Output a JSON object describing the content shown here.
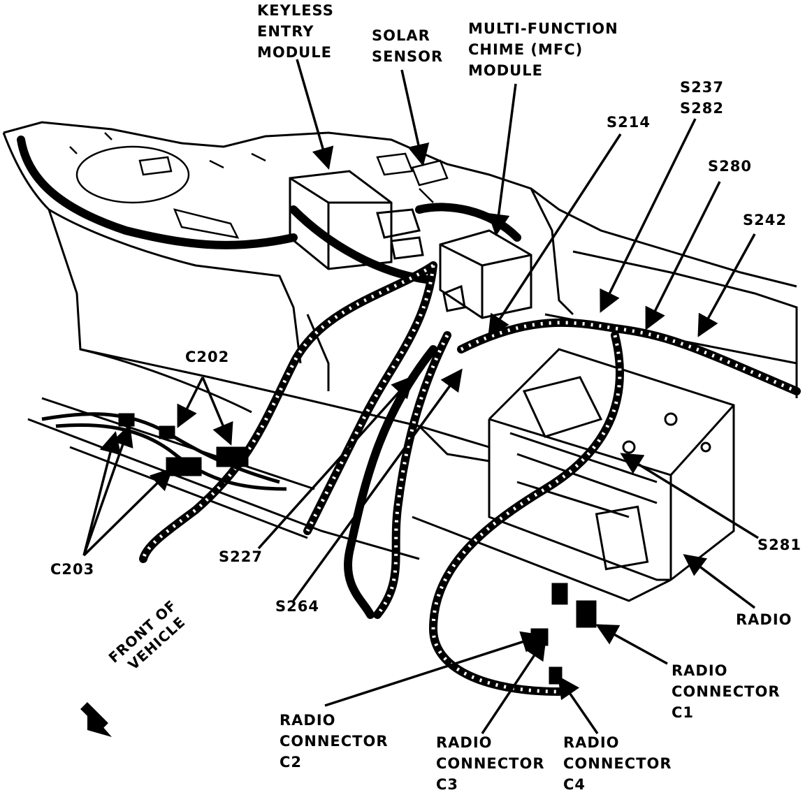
{
  "labels": {
    "keyless": [
      "KEYLESS",
      "ENTRY",
      "MODULE"
    ],
    "solar": [
      "SOLAR",
      "SENSOR"
    ],
    "mfc": [
      "MULTI-FUNCTION",
      "CHIME (MFC)",
      "MODULE"
    ],
    "s237": "S237",
    "s282": "S282",
    "s214": "S214",
    "s280": "S280",
    "s242": "S242",
    "c202": "C202",
    "c203": "C203",
    "s227": "S227",
    "s264": "S264",
    "s281": "S281",
    "radio": "RADIO",
    "c1": [
      "RADIO",
      "CONNECTOR",
      "C1"
    ],
    "c2": [
      "RADIO",
      "CONNECTOR",
      "C2"
    ],
    "c3": [
      "RADIO",
      "CONNECTOR",
      "C3"
    ],
    "c4": [
      "RADIO",
      "CONNECTOR",
      "C4"
    ],
    "front": [
      "FRONT OF",
      "VEHICLE"
    ]
  },
  "colors": {
    "ink": "#000000",
    "paper": "#ffffff"
  },
  "icons": [
    "front-of-vehicle-arrow-icon"
  ]
}
